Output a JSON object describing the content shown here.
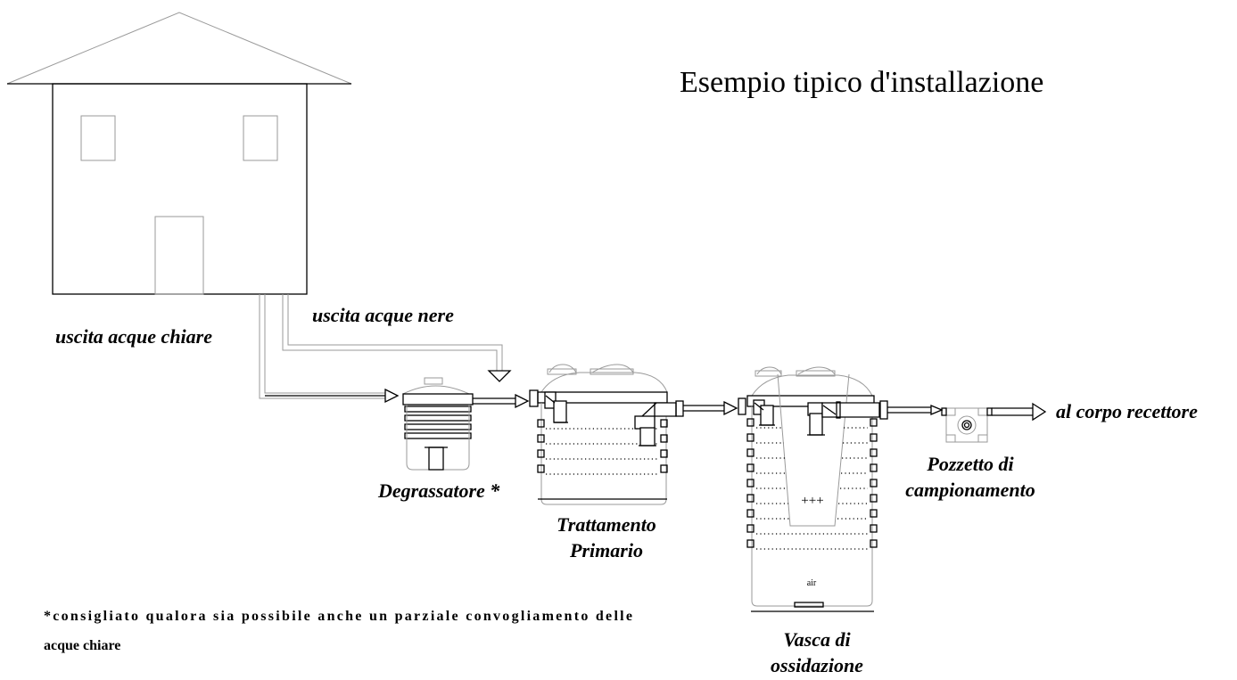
{
  "title": "Esempio tipico d'installazione",
  "labels": {
    "clear_water_outlet": "uscita acque chiare",
    "black_water_outlet": "uscita acque nere",
    "grease_trap": "Degrassatore *",
    "primary_treatment_line1": "Trattamento",
    "primary_treatment_line2": "Primario",
    "oxidation_tank_line1": "Vasca di",
    "oxidation_tank_line2": "ossidazione",
    "sampling_well_line1": "Pozzetto di",
    "sampling_well_line2": "campionamento",
    "receiving_body": "al corpo recettore",
    "aeration_symbols": "+++",
    "air_inlet": "air"
  },
  "footnote": {
    "line1": "*consigliato qualora sia possibile anche un parziale convogliamento delle",
    "line2": "acque chiare"
  },
  "icons": {
    "house": "house-icon",
    "grease_trap": "tank-icon",
    "primary_tank": "tank-icon",
    "oxidation_tank": "tank-icon",
    "sampling_well": "well-icon",
    "flow_arrow": "arrow-right-icon"
  }
}
